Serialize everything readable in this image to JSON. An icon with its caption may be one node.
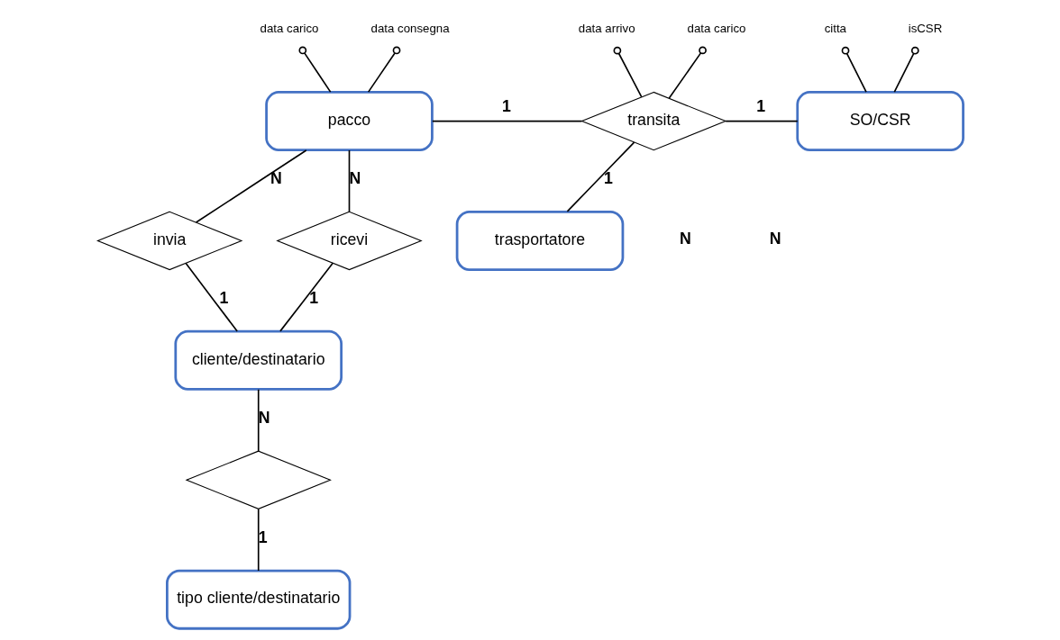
{
  "diagram": {
    "nodes": [
      {
        "text": [
          "pacco"
        ]
      },
      {
        "text": [
          "transita"
        ]
      },
      {
        "text": [
          "SO/CSR"
        ]
      },
      {
        "text": [
          "invia"
        ]
      },
      {
        "text": [
          "ricevi"
        ]
      },
      {
        "text": [
          "cliente/destinatario"
        ]
      },
      {
        "text": [
          "trasportatore"
        ]
      },
      {
        "text": [],
        "shape": "diamond"
      },
      {
        "text": [
          "tipo cliente/destinatario"
        ]
      },
      {
        "text": [
          "data carico"
        ]
      },
      {
        "text": [
          "data consegna"
        ]
      },
      {
        "text": [
          "data arrivo"
        ]
      },
      {
        "text": [
          "data carico"
        ]
      },
      {
        "text": [
          "citta"
        ]
      },
      {
        "text": [
          "isCSR"
        ]
      }
    ],
    "edges": [
      {
        "from": 9,
        "to": 0,
        "arrow": "other"
      },
      {
        "from": 10,
        "to": 0,
        "arrow": "other"
      },
      {
        "from": 11,
        "to": 1,
        "arrow": "other"
      },
      {
        "from": 12,
        "to": 1,
        "arrow": "other"
      },
      {
        "from": 13,
        "to": 2,
        "arrow": "other"
      },
      {
        "from": 14,
        "to": 2,
        "arrow": "other"
      },
      {
        "from": 0,
        "to": 1,
        "arrow": "none",
        "label": "1"
      },
      {
        "from": 1,
        "to": 2,
        "arrow": "none",
        "label": "1"
      },
      {
        "from": 0,
        "to": 3,
        "arrow": "none",
        "label": "N"
      },
      {
        "from": 0,
        "to": 4,
        "arrow": "none",
        "label": "N"
      },
      {
        "from": 1,
        "to": 6,
        "arrow": "none",
        "label": "1"
      },
      {
        "from": 3,
        "to": 5,
        "arrow": "none",
        "label": "1"
      },
      {
        "from": 4,
        "to": 5,
        "arrow": "none",
        "label": "1"
      },
      {
        "from": 5,
        "to": 7,
        "arrow": "none",
        "label": "N"
      },
      {
        "from": 7,
        "to": 8,
        "arrow": "none",
        "label": "1"
      }
    ],
    "labels": [
      "N",
      "N"
    ]
  }
}
